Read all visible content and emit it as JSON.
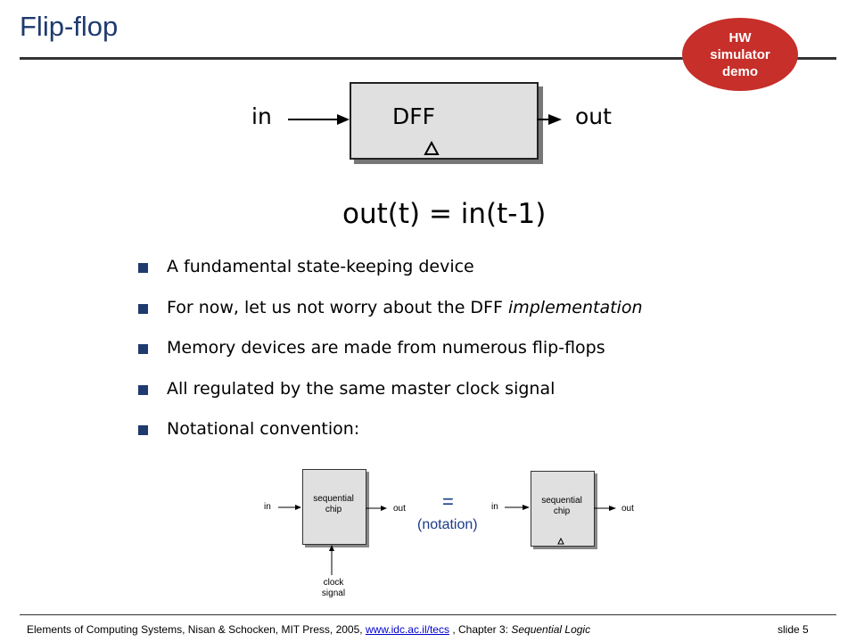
{
  "title": "Flip-flop",
  "demo_badge": "HW\nsimulator\ndemo",
  "diagram": {
    "chip": "DFF",
    "input": "in",
    "output": "out"
  },
  "equation": "out(t) = in(t-1)",
  "bullets": [
    {
      "text": "A fundamental state-keeping device"
    },
    {
      "text_before": "For now, let us not worry about the DFF ",
      "text_em": "implementation"
    },
    {
      "text": "Memory devices are made from numerous flip-flops"
    },
    {
      "text": "All regulated by the same master clock signal"
    },
    {
      "text": "Notational convention:"
    }
  ],
  "notation": {
    "left_chip": {
      "line1": "sequential",
      "line2": "chip",
      "in": "in",
      "out": "out",
      "clock1": "clock",
      "clock2": "signal"
    },
    "equals": "=",
    "label": "(notation)",
    "right_chip": {
      "line1": "sequential",
      "line2": "chip",
      "in": "in",
      "out": "out"
    }
  },
  "footer": {
    "prefix": "Elements of Computing Systems, Nisan & Schocken, MIT Press, 2005, ",
    "link": "www.idc.ac.il/tecs",
    "middle": " , Chapter 3: ",
    "chapter": "Sequential Logic",
    "slide": "slide 5"
  },
  "colors": {
    "title": "#1f3a6e",
    "badge": "#c62f2a",
    "bullet": "#1f3a6e",
    "notation": "#1a3a8a"
  }
}
